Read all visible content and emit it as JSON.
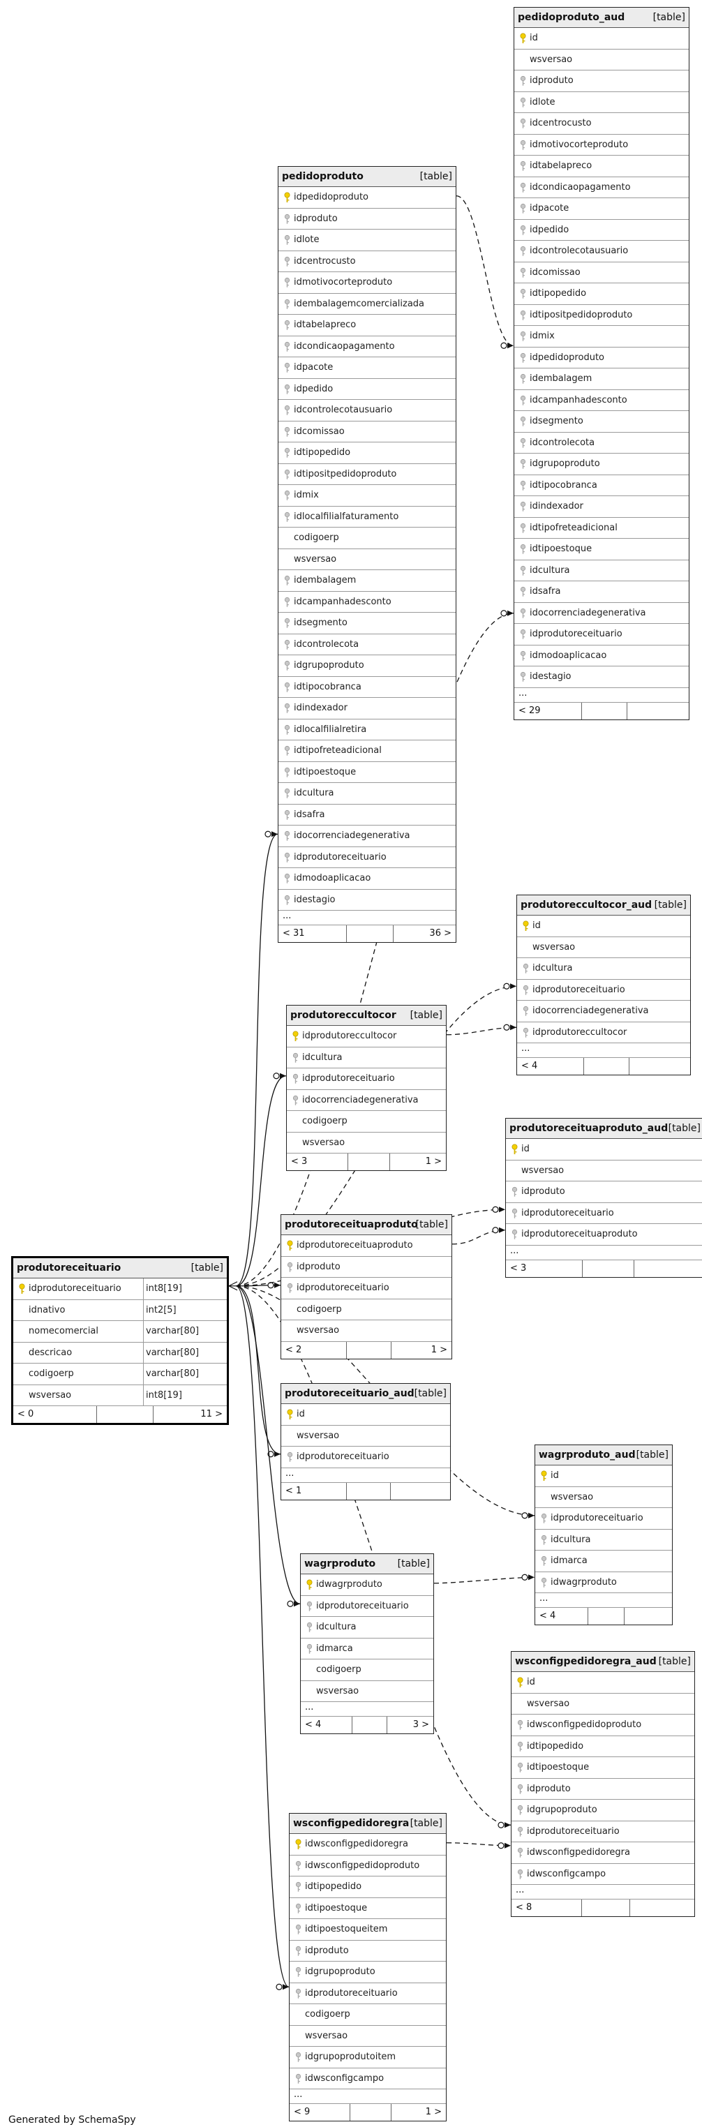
{
  "diagram": {
    "credit": "Generated by SchemaSpy",
    "tables": [
      {
        "id": "pedidoproduto_aud",
        "name": "pedidoproduto_aud",
        "tag": "[table]",
        "columns": [
          {
            "name": "id",
            "key": "pk"
          },
          {
            "name": "wsversao",
            "key": ""
          },
          {
            "name": "idproduto",
            "key": "fk"
          },
          {
            "name": "idlote",
            "key": "fk"
          },
          {
            "name": "idcentrocusto",
            "key": "fk"
          },
          {
            "name": "idmotivocorteproduto",
            "key": "fk"
          },
          {
            "name": "idtabelapreco",
            "key": "fk"
          },
          {
            "name": "idcondicaopagamento",
            "key": "fk"
          },
          {
            "name": "idpacote",
            "key": "fk"
          },
          {
            "name": "idpedido",
            "key": "fk"
          },
          {
            "name": "idcontrolecotausuario",
            "key": "fk"
          },
          {
            "name": "idcomissao",
            "key": "fk"
          },
          {
            "name": "idtipopedido",
            "key": "fk"
          },
          {
            "name": "idtipositpedidoproduto",
            "key": "fk"
          },
          {
            "name": "idmix",
            "key": "fk"
          },
          {
            "name": "idpedidoproduto",
            "key": "fk"
          },
          {
            "name": "idembalagem",
            "key": "fk"
          },
          {
            "name": "idcampanhadesconto",
            "key": "fk"
          },
          {
            "name": "idsegmento",
            "key": "fk"
          },
          {
            "name": "idcontrolecota",
            "key": "fk"
          },
          {
            "name": "idgrupoproduto",
            "key": "fk"
          },
          {
            "name": "idtipocobranca",
            "key": "fk"
          },
          {
            "name": "idindexador",
            "key": "fk"
          },
          {
            "name": "idtipofreteadicional",
            "key": "fk"
          },
          {
            "name": "idtipoestoque",
            "key": "fk"
          },
          {
            "name": "idcultura",
            "key": "fk"
          },
          {
            "name": "idsafra",
            "key": "fk"
          },
          {
            "name": "idocorrenciadegenerativa",
            "key": "fk"
          },
          {
            "name": "idprodutoreceituario",
            "key": "fk"
          },
          {
            "name": "idmodoaplicacao",
            "key": "fk"
          },
          {
            "name": "idestagio",
            "key": "fk"
          }
        ],
        "more": "...",
        "left": "< 29",
        "right": ""
      },
      {
        "id": "pedidoproduto",
        "name": "pedidoproduto",
        "tag": "[table]",
        "columns": [
          {
            "name": "idpedidoproduto",
            "key": "pk"
          },
          {
            "name": "idproduto",
            "key": "fk"
          },
          {
            "name": "idlote",
            "key": "fk"
          },
          {
            "name": "idcentrocusto",
            "key": "fk"
          },
          {
            "name": "idmotivocorteproduto",
            "key": "fk"
          },
          {
            "name": "idembalagemcomercializada",
            "key": "fk"
          },
          {
            "name": "idtabelapreco",
            "key": "fk"
          },
          {
            "name": "idcondicaopagamento",
            "key": "fk"
          },
          {
            "name": "idpacote",
            "key": "fk"
          },
          {
            "name": "idpedido",
            "key": "fk"
          },
          {
            "name": "idcontrolecotausuario",
            "key": "fk"
          },
          {
            "name": "idcomissao",
            "key": "fk"
          },
          {
            "name": "idtipopedido",
            "key": "fk"
          },
          {
            "name": "idtipositpedidoproduto",
            "key": "fk"
          },
          {
            "name": "idmix",
            "key": "fk"
          },
          {
            "name": "idlocalfilialfaturamento",
            "key": "fk"
          },
          {
            "name": "codigoerp",
            "key": ""
          },
          {
            "name": "wsversao",
            "key": ""
          },
          {
            "name": "idembalagem",
            "key": "fk"
          },
          {
            "name": "idcampanhadesconto",
            "key": "fk"
          },
          {
            "name": "idsegmento",
            "key": "fk"
          },
          {
            "name": "idcontrolecota",
            "key": "fk"
          },
          {
            "name": "idgrupoproduto",
            "key": "fk"
          },
          {
            "name": "idtipocobranca",
            "key": "fk"
          },
          {
            "name": "idindexador",
            "key": "fk"
          },
          {
            "name": "idlocalfilialretira",
            "key": "fk"
          },
          {
            "name": "idtipofreteadicional",
            "key": "fk"
          },
          {
            "name": "idtipoestoque",
            "key": "fk"
          },
          {
            "name": "idcultura",
            "key": "fk"
          },
          {
            "name": "idsafra",
            "key": "fk"
          },
          {
            "name": "idocorrenciadegenerativa",
            "key": "fk"
          },
          {
            "name": "idprodutoreceituario",
            "key": "fk"
          },
          {
            "name": "idmodoaplicacao",
            "key": "fk"
          },
          {
            "name": "idestagio",
            "key": "fk"
          }
        ],
        "more": "...",
        "left": "< 31",
        "right": "36 >"
      },
      {
        "id": "produtoreccultocor_aud",
        "name": "produtoreccultocor_aud",
        "tag": "[table]",
        "columns": [
          {
            "name": "id",
            "key": "pk"
          },
          {
            "name": "wsversao",
            "key": ""
          },
          {
            "name": "idcultura",
            "key": "fk"
          },
          {
            "name": "idprodutoreceituario",
            "key": "fk"
          },
          {
            "name": "idocorrenciadegenerativa",
            "key": "fk"
          },
          {
            "name": "idprodutoreccultocor",
            "key": "fk"
          }
        ],
        "more": "...",
        "left": "< 4",
        "right": ""
      },
      {
        "id": "produtoreccultocor",
        "name": "produtoreccultocor",
        "tag": "[table]",
        "columns": [
          {
            "name": "idprodutoreccultocor",
            "key": "pk"
          },
          {
            "name": "idcultura",
            "key": "fk"
          },
          {
            "name": "idprodutoreceituario",
            "key": "fk"
          },
          {
            "name": "idocorrenciadegenerativa",
            "key": "fk"
          },
          {
            "name": "codigoerp",
            "key": ""
          },
          {
            "name": "wsversao",
            "key": ""
          }
        ],
        "more": "",
        "left": "< 3",
        "right": "1 >"
      },
      {
        "id": "produtoreceituaproduto_aud",
        "name": "produtoreceituaproduto_aud",
        "tag": "[table]",
        "columns": [
          {
            "name": "id",
            "key": "pk"
          },
          {
            "name": "wsversao",
            "key": ""
          },
          {
            "name": "idproduto",
            "key": "fk"
          },
          {
            "name": "idprodutoreceituario",
            "key": "fk"
          },
          {
            "name": "idprodutoreceituaproduto",
            "key": "fk"
          }
        ],
        "more": "...",
        "left": "< 3",
        "right": ""
      },
      {
        "id": "produtoreceituaproduto",
        "name": "produtoreceituaproduto",
        "tag": "[table]",
        "columns": [
          {
            "name": "idprodutoreceituaproduto",
            "key": "pk"
          },
          {
            "name": "idproduto",
            "key": "fk"
          },
          {
            "name": "idprodutoreceituario",
            "key": "fk"
          },
          {
            "name": "codigoerp",
            "key": ""
          },
          {
            "name": "wsversao",
            "key": ""
          }
        ],
        "more": "",
        "left": "< 2",
        "right": "1 >"
      },
      {
        "id": "produtoreceituario",
        "name": "produtoreceituario",
        "tag": "[table]",
        "columns": [
          {
            "name": "idprodutoreceituario",
            "key": "pk",
            "type": "int8[19]"
          },
          {
            "name": "idnativo",
            "key": "",
            "type": "int2[5]"
          },
          {
            "name": "nomecomercial",
            "key": "",
            "type": "varchar[80]"
          },
          {
            "name": "descricao",
            "key": "",
            "type": "varchar[80]"
          },
          {
            "name": "codigoerp",
            "key": "",
            "type": "varchar[80]"
          },
          {
            "name": "wsversao",
            "key": "",
            "type": "int8[19]"
          }
        ],
        "more": "",
        "left": "< 0",
        "right": "11 >"
      },
      {
        "id": "produtoreceituario_aud",
        "name": "produtoreceituario_aud",
        "tag": "[table]",
        "columns": [
          {
            "name": "id",
            "key": "pk"
          },
          {
            "name": "wsversao",
            "key": ""
          },
          {
            "name": "idprodutoreceituario",
            "key": "fk"
          }
        ],
        "more": "...",
        "left": "< 1",
        "right": ""
      },
      {
        "id": "wagrproduto_aud",
        "name": "wagrproduto_aud",
        "tag": "[table]",
        "columns": [
          {
            "name": "id",
            "key": "pk"
          },
          {
            "name": "wsversao",
            "key": ""
          },
          {
            "name": "idprodutoreceituario",
            "key": "fk"
          },
          {
            "name": "idcultura",
            "key": "fk"
          },
          {
            "name": "idmarca",
            "key": "fk"
          },
          {
            "name": "idwagrproduto",
            "key": "fk"
          }
        ],
        "more": "...",
        "left": "< 4",
        "right": ""
      },
      {
        "id": "wagrproduto",
        "name": "wagrproduto",
        "tag": "[table]",
        "columns": [
          {
            "name": "idwagrproduto",
            "key": "pk"
          },
          {
            "name": "idprodutoreceituario",
            "key": "fk"
          },
          {
            "name": "idcultura",
            "key": "fk"
          },
          {
            "name": "idmarca",
            "key": "fk"
          },
          {
            "name": "codigoerp",
            "key": ""
          },
          {
            "name": "wsversao",
            "key": ""
          }
        ],
        "more": "...",
        "left": "< 4",
        "right": "3 >"
      },
      {
        "id": "wsconfigpedidoregra_aud",
        "name": "wsconfigpedidoregra_aud",
        "tag": "[table]",
        "columns": [
          {
            "name": "id",
            "key": "pk"
          },
          {
            "name": "wsversao",
            "key": ""
          },
          {
            "name": "idwsconfigpedidoproduto",
            "key": "fk"
          },
          {
            "name": "idtipopedido",
            "key": "fk"
          },
          {
            "name": "idtipoestoque",
            "key": "fk"
          },
          {
            "name": "idproduto",
            "key": "fk"
          },
          {
            "name": "idgrupoproduto",
            "key": "fk"
          },
          {
            "name": "idprodutoreceituario",
            "key": "fk"
          },
          {
            "name": "idwsconfigpedidoregra",
            "key": "fk"
          },
          {
            "name": "idwsconfigcampo",
            "key": "fk"
          }
        ],
        "more": "...",
        "left": "< 8",
        "right": ""
      },
      {
        "id": "wsconfigpedidoregra",
        "name": "wsconfigpedidoregra",
        "tag": "[table]",
        "columns": [
          {
            "name": "idwsconfigpedidoregra",
            "key": "pk"
          },
          {
            "name": "idwsconfigpedidoproduto",
            "key": "fk"
          },
          {
            "name": "idtipopedido",
            "key": "fk"
          },
          {
            "name": "idtipoestoque",
            "key": "fk"
          },
          {
            "name": "idtipoestoqueitem",
            "key": "fk"
          },
          {
            "name": "idproduto",
            "key": "fk"
          },
          {
            "name": "idgrupoproduto",
            "key": "fk"
          },
          {
            "name": "idprodutoreceituario",
            "key": "fk"
          },
          {
            "name": "codigoerp",
            "key": ""
          },
          {
            "name": "wsversao",
            "key": ""
          },
          {
            "name": "idgrupoprodutoitem",
            "key": "fk"
          },
          {
            "name": "idwsconfigcampo",
            "key": "fk"
          }
        ],
        "more": "...",
        "left": "< 9",
        "right": "1 >"
      }
    ]
  }
}
